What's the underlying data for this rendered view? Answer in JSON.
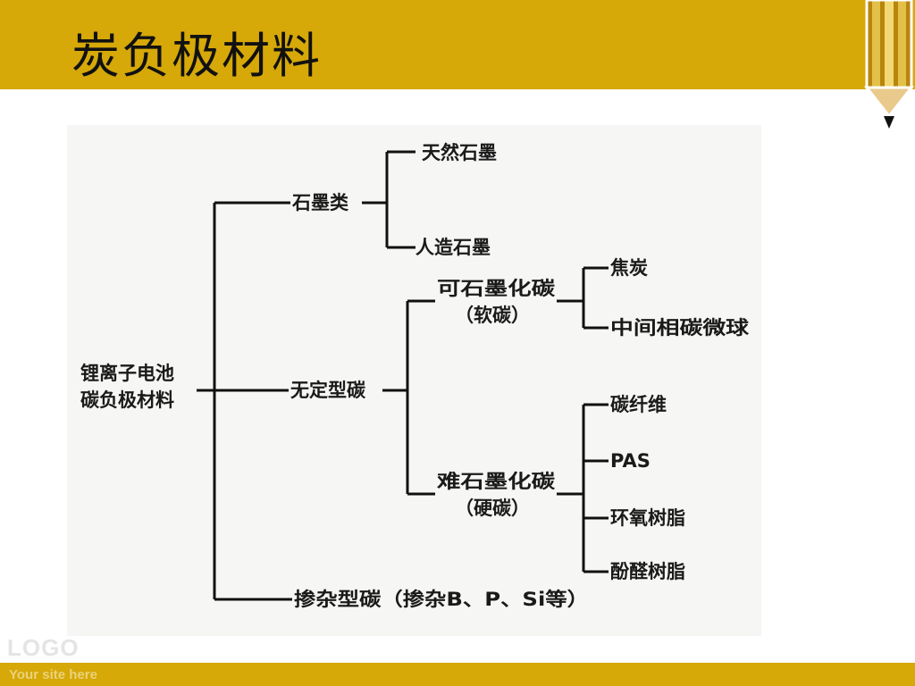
{
  "slide": {
    "title": "炭负极材料"
  },
  "diagram": {
    "root": {
      "line1": "锂离子电池",
      "line2": "碳负极材料"
    },
    "graphite": {
      "label": "石墨类",
      "children": [
        "天然石墨",
        "人造石墨"
      ]
    },
    "amorphous": {
      "label": "无定型碳",
      "soft": {
        "line1": "可石墨化碳",
        "line2": "（软碳）",
        "children": [
          "焦炭",
          "中间相碳微球"
        ]
      },
      "hard": {
        "line1": "难石墨化碳",
        "line2": "（硬碳）",
        "children": [
          "碳纤维",
          "PAS",
          "环氧树脂",
          "酚醛树脂"
        ]
      }
    },
    "doped": {
      "label": "掺杂型碳（掺杂B、P、Si等）"
    }
  },
  "footer": {
    "logo": "LOGO",
    "site": "Your site here"
  },
  "colors": {
    "accent": "#d6a808",
    "panel": "#f6f6f4",
    "lines": "#111111"
  }
}
